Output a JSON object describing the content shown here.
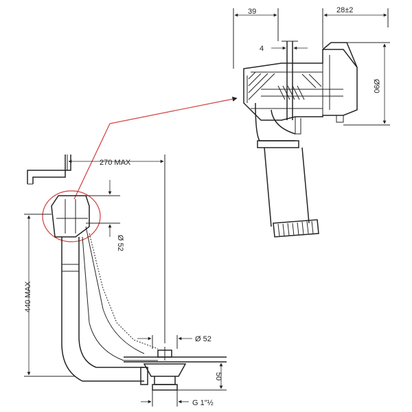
{
  "dimensions": {
    "width_39": "39",
    "width_28": "28±2",
    "wall_4": "4",
    "diameter_90": "Ø90",
    "length_270": "270 MAX",
    "diameter_52_overflow": "Ø 52",
    "height_440": "440 MAX",
    "diameter_52_drain": "Ø 52",
    "height_50": "50",
    "thread_g": "G 1\"½"
  },
  "colors": {
    "line": "#222222",
    "callout": "#d23b3b"
  }
}
